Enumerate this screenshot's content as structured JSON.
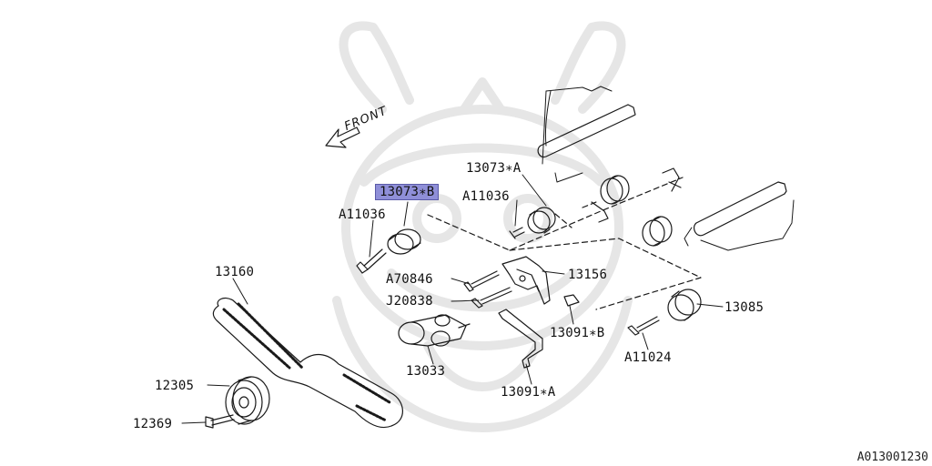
{
  "front_label": "FRONT",
  "diagram_code": "A013001230",
  "colors": {
    "line": "#1a1a1a",
    "highlight": "#8f8fd8",
    "watermark": "#e9e9e9"
  },
  "watermark_icon": "samurai-helmet-watermark",
  "parts": {
    "p13073b": "13073∗B",
    "p13073a": "13073∗A",
    "a11036_left": "A11036",
    "a11036_right": "A11036",
    "p13160": "13160",
    "a70846": "A70846",
    "p13156": "13156",
    "j20838": "J20838",
    "p13085": "13085",
    "p13091b": "13091∗B",
    "a11024": "A11024",
    "p13033": "13033",
    "p12305": "12305",
    "p12369": "12369",
    "p13091a": "13091∗A"
  }
}
